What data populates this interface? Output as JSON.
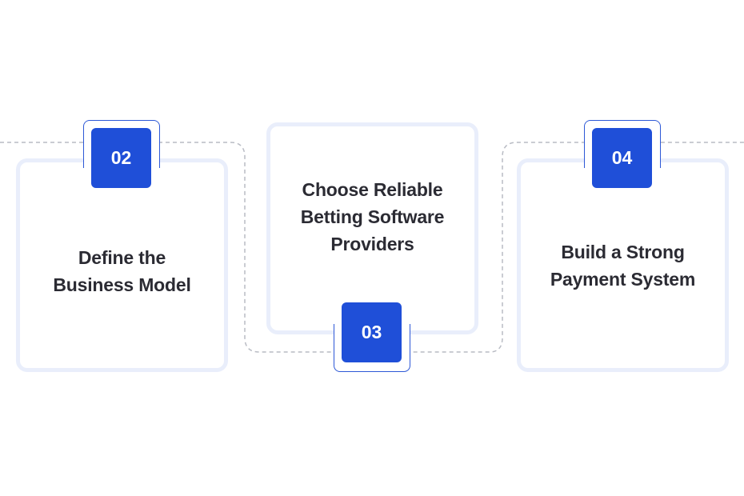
{
  "steps": [
    {
      "number": "02",
      "title_line1": "Define the",
      "title_line2": "Business Model"
    },
    {
      "number": "03",
      "title_line1": "Choose Reliable",
      "title_line2": "Betting Software",
      "title_line3": "Providers"
    },
    {
      "number": "04",
      "title_line1": "Build a Strong",
      "title_line2": "Payment System"
    }
  ],
  "colors": {
    "badge": "#1f4fd8",
    "badge_outline": "#2d58d6",
    "card_border": "#e9eefb",
    "connector": "#b9bcc4",
    "title_text": "#2b2b33"
  }
}
